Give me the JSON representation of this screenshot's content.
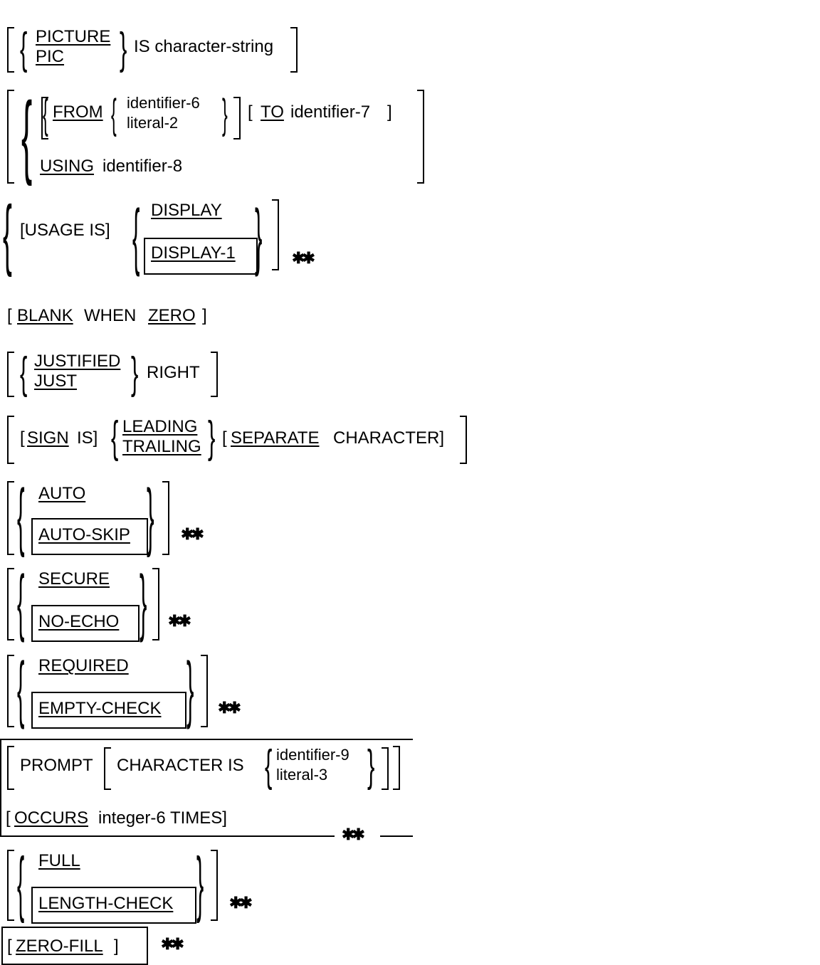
{
  "clauses": {
    "picture": {
      "kw1": "PICTURE",
      "kw2": "PIC",
      "tail": "IS character-string"
    },
    "from": {
      "from_kw": "FROM",
      "opt1": "identifier-6",
      "opt2": "literal-2",
      "to_kw": "TO",
      "to_arg": "identifier-7",
      "using_kw": "USING",
      "using_arg": "identifier-8"
    },
    "usage": {
      "lead": "[USAGE IS]",
      "opt1": "DISPLAY",
      "opt2": "DISPLAY-1"
    },
    "blank": {
      "open": "[",
      "kw1": "BLANK",
      "mid": "WHEN",
      "kw2": "ZERO",
      "close": "]"
    },
    "justified": {
      "kw1": "JUSTIFIED",
      "kw2": "JUST",
      "tail": "RIGHT"
    },
    "sign": {
      "lead_open": "[",
      "sign_kw": "SIGN",
      "is_close": "IS]",
      "opt1": "LEADING",
      "opt2": "TRAILING",
      "sep_open": "[",
      "sep_kw": "SEPARATE",
      "sep_tail": "CHARACTER]"
    },
    "auto": {
      "opt1": "AUTO",
      "opt2": "AUTO-SKIP"
    },
    "secure": {
      "opt1": "SECURE",
      "opt2": "NO-ECHO"
    },
    "required": {
      "opt1": "REQUIRED",
      "opt2": "EMPTY-CHECK"
    },
    "prompt": {
      "kw": "PROMPT",
      "char_is": "CHARACTER IS",
      "opt1": "identifier-9",
      "opt2": "literal-3",
      "occurs_open": "[",
      "occurs_kw": "OCCURS",
      "occurs_tail": "integer-6 TIMES]"
    },
    "full": {
      "opt1": "FULL",
      "opt2": "LENGTH-CHECK"
    },
    "zero_fill": {
      "open": "[",
      "kw": "ZERO-FILL",
      "close": "]"
    }
  }
}
